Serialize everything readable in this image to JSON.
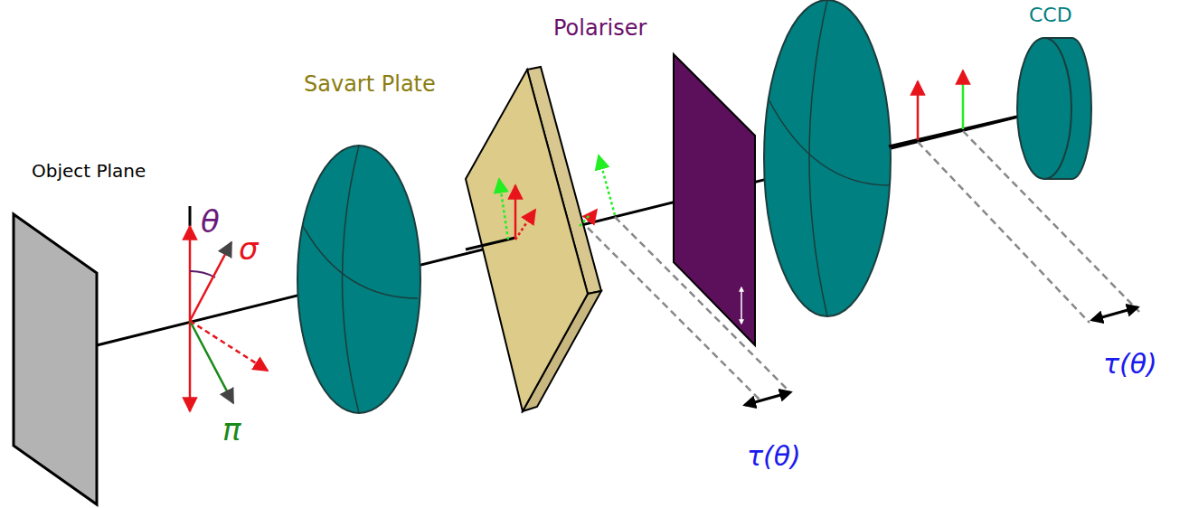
{
  "diagram": {
    "labels": [
      "Object Plane",
      "θ",
      "σ",
      "π",
      "Savart Plate",
      "Polariser",
      "CCD",
      "τ(θ)",
      "τ(θ)"
    ]
  }
}
